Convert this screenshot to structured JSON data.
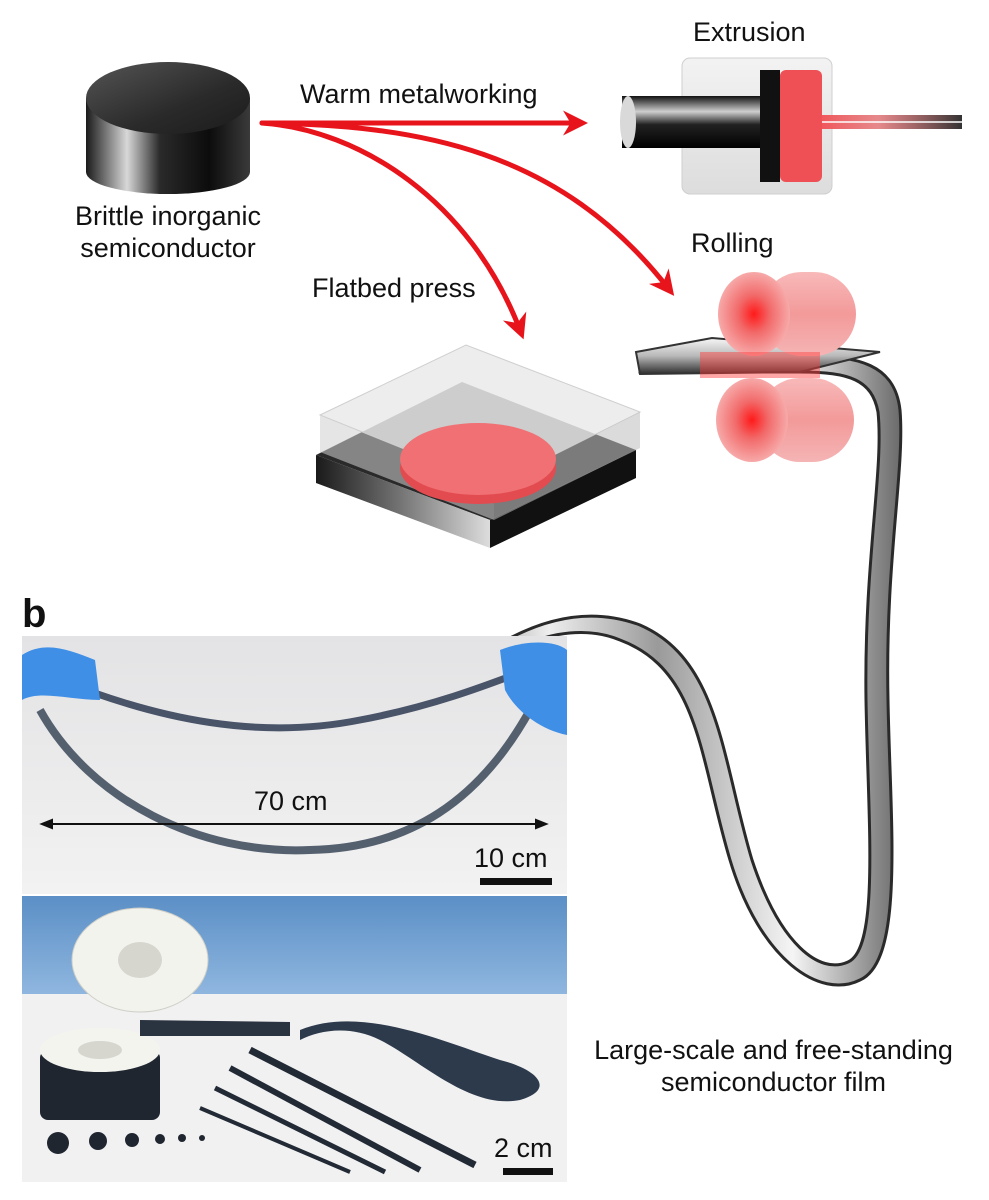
{
  "panel_b_label": "b",
  "labels": {
    "source": [
      "Brittle inorganic",
      "semiconductor"
    ],
    "warm_metalworking": "Warm metalworking",
    "extrusion": "Extrusion",
    "rolling": "Rolling",
    "flatbed_press": "Flatbed press",
    "film": [
      "Large-scale and free-standing",
      "semiconductor film"
    ]
  },
  "photo_top": {
    "length_label": "70 cm",
    "scale_label": "10 cm"
  },
  "photo_bottom": {
    "scale_label": "2 cm"
  },
  "colors": {
    "arrow": "#e8141c",
    "heat": "#f0585c",
    "glove": "#3f8fe6",
    "wall": "#6f9fd2"
  }
}
